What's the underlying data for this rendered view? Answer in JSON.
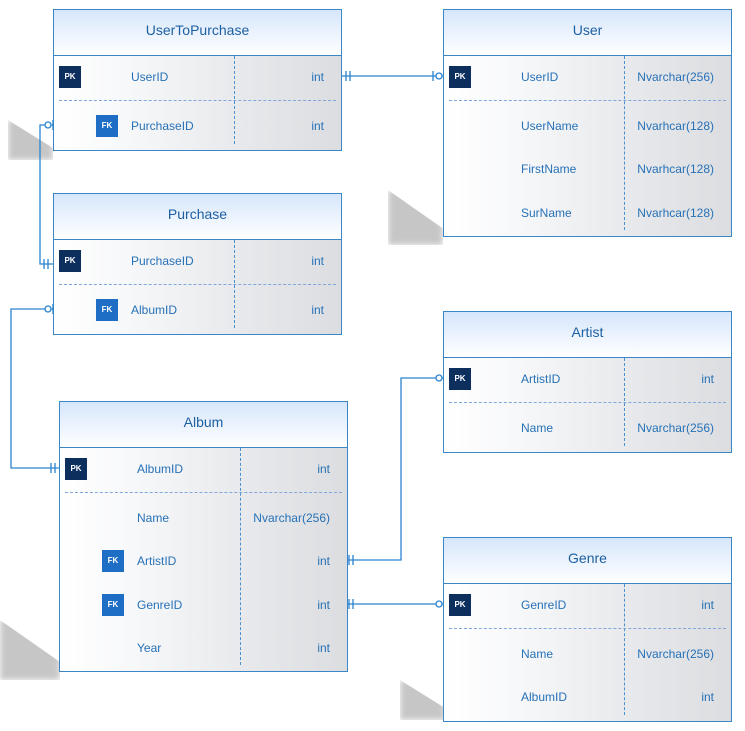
{
  "entities": {
    "user_to_purchase": {
      "title": "UserToPurchase",
      "rows": [
        {
          "key": "PK",
          "field": "UserID",
          "type": "int"
        },
        {
          "key": "FK",
          "field": "PurchaseID",
          "type": "int"
        }
      ]
    },
    "user": {
      "title": "User",
      "rows": [
        {
          "key": "PK",
          "field": "UserID",
          "type": "Nvarchar(256)"
        },
        {
          "key": "",
          "field": "UserName",
          "type": "Nvarhcar(128)"
        },
        {
          "key": "",
          "field": "FirstName",
          "type": "Nvarhcar(128)"
        },
        {
          "key": "",
          "field": "SurName",
          "type": "Nvarhcar(128)"
        }
      ]
    },
    "purchase": {
      "title": "Purchase",
      "rows": [
        {
          "key": "PK",
          "field": "PurchaseID",
          "type": "int"
        },
        {
          "key": "FK",
          "field": "AlbumID",
          "type": "int"
        }
      ]
    },
    "artist": {
      "title": "Artist",
      "rows": [
        {
          "key": "PK",
          "field": "ArtistID",
          "type": "int"
        },
        {
          "key": "",
          "field": "Name",
          "type": "Nvarchar(256)"
        }
      ]
    },
    "album": {
      "title": "Album",
      "rows": [
        {
          "key": "PK",
          "field": "AlbumID",
          "type": "int"
        },
        {
          "key": "",
          "field": "Name",
          "type": "Nvarchar(256)"
        },
        {
          "key": "FK",
          "field": "ArtistID",
          "type": "int"
        },
        {
          "key": "FK",
          "field": "GenreID",
          "type": "int"
        },
        {
          "key": "",
          "field": "Year",
          "type": "int"
        }
      ]
    },
    "genre": {
      "title": "Genre",
      "rows": [
        {
          "key": "PK",
          "field": "GenreID",
          "type": "int"
        },
        {
          "key": "",
          "field": "Name",
          "type": "Nvarchar(256)"
        },
        {
          "key": "",
          "field": "AlbumID",
          "type": "int"
        }
      ]
    }
  },
  "colors": {
    "border": "#3b86c6",
    "text": "#2671b7",
    "pk_badge": "#0d2f5e",
    "fk_badge": "#1d6ec4",
    "connector": "#2b83d0"
  }
}
